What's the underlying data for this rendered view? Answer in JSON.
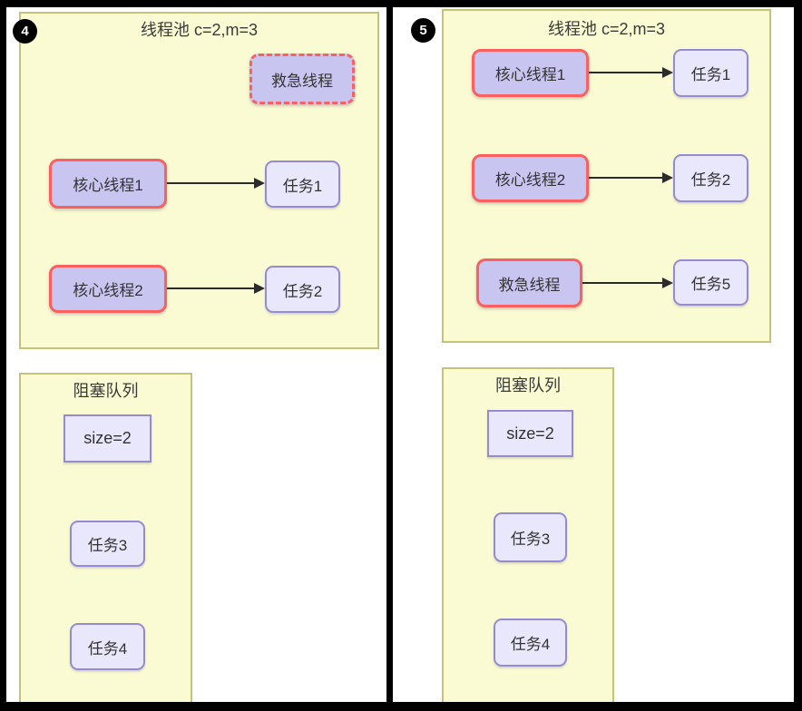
{
  "colors": {
    "frame": "#000000",
    "panel_bg": "#ffffff",
    "pool_fill": "#fbfbd3",
    "pool_border": "#c4c377",
    "thread_fill": "#c8c5f0",
    "thread_border_red": "#fb5f5f",
    "task_fill": "#e9e7fb",
    "task_border_purple": "#968ad2",
    "arrow": "#2b2b2b",
    "text": "#3a3a3a",
    "badge_bg": "#000000",
    "badge_text": "#ffffff"
  },
  "panels": [
    {
      "badge": "4",
      "pool": {
        "title": "线程池 c=2,m=3",
        "emergency_thread": "救急线程",
        "rows": [
          {
            "thread": "核心线程1",
            "task": "任务1"
          },
          {
            "thread": "核心线程2",
            "task": "任务2"
          }
        ]
      },
      "queue": {
        "title": "阻塞队列",
        "size": "size=2",
        "items": [
          "任务3",
          "任务4"
        ]
      }
    },
    {
      "badge": "5",
      "pool": {
        "title": "线程池 c=2,m=3",
        "rows": [
          {
            "thread": "核心线程1",
            "task": "任务1"
          },
          {
            "thread": "核心线程2",
            "task": "任务2"
          },
          {
            "thread": "救急线程",
            "task": "任务5"
          }
        ]
      },
      "queue": {
        "title": "阻塞队列",
        "size": "size=2",
        "items": [
          "任务3",
          "任务4"
        ]
      }
    }
  ]
}
